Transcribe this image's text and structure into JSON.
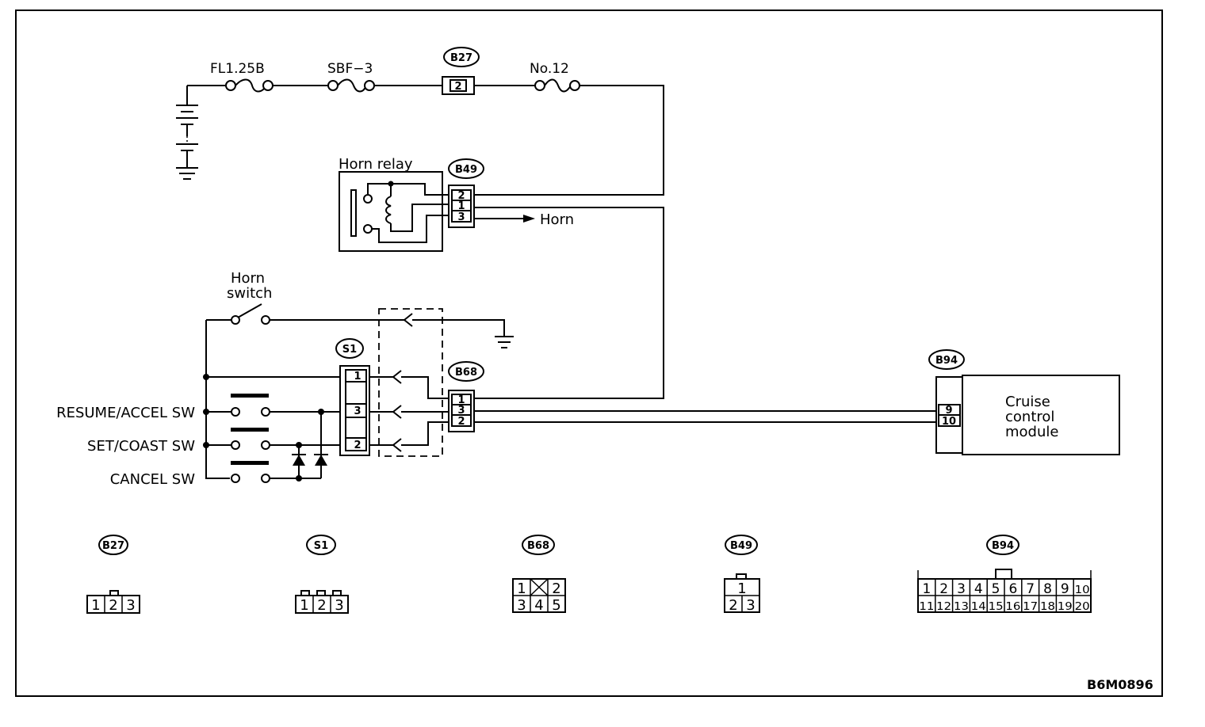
{
  "fuses": {
    "fl": "FL1.25B",
    "sbf": "SBF−3",
    "no12": "No.12"
  },
  "connectors": {
    "b27": "B27",
    "b49": "B49",
    "s1": "S1",
    "b68": "B68",
    "b94": "B94"
  },
  "labels": {
    "horn_relay": "Horn relay",
    "horn": "Horn",
    "horn_switch_line1": "Horn",
    "horn_switch_line2": "switch",
    "resume_sw": "RESUME/ACCEL SW",
    "set_sw": "SET/COAST SW",
    "cancel_sw": "CANCEL SW",
    "module_line1": "Cruise",
    "module_line2": "control",
    "module_line3": "module",
    "figure_id": "B6M0896"
  },
  "pins": {
    "b27_pin": "2",
    "b49": [
      "2",
      "1",
      "3"
    ],
    "s1": [
      "1",
      "3",
      "2"
    ],
    "b68": [
      "1",
      "3",
      "2"
    ],
    "b94": [
      "9",
      "10"
    ]
  },
  "faces": {
    "b27": [
      "1",
      "2",
      "3"
    ],
    "s1": [
      "1",
      "2",
      "3"
    ],
    "b68_top": [
      "1",
      "2"
    ],
    "b68_bottom": [
      "3",
      "4",
      "5"
    ],
    "b49_top": [
      "1"
    ],
    "b49_bottom": [
      "2",
      "3"
    ],
    "b94_top": [
      "1",
      "2",
      "3",
      "4",
      "5",
      "6",
      "7",
      "8",
      "9",
      "10"
    ],
    "b94_bottom": [
      "11",
      "12",
      "13",
      "14",
      "15",
      "16",
      "17",
      "18",
      "19",
      "20"
    ]
  }
}
